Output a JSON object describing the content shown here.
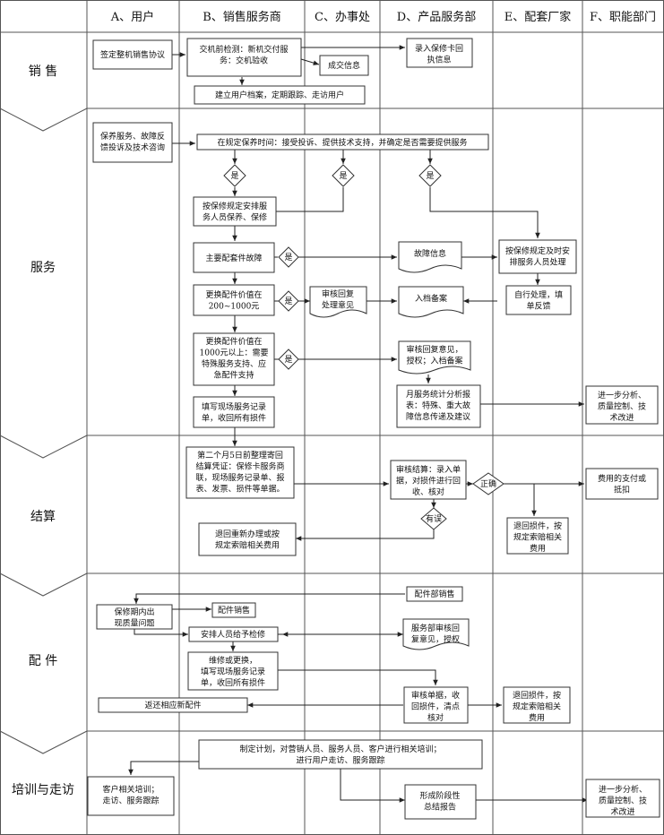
{
  "headers": [
    "A、用户",
    "B、销售服务商",
    "C、办事处",
    "D、产品服务部",
    "E、配套厂家",
    "F、职能部门"
  ],
  "phases": [
    "销 售",
    "服务",
    "结算",
    "配 件",
    "培训与走访"
  ],
  "nodes": {
    "sign_contract": "签定整机销售协议",
    "pre_delivery": [
      "交机前检测：新机交付服",
      "务：交机验收"
    ],
    "deliver_info": "成交信息",
    "warranty_card": [
      "录入保修卡回",
      "执信息"
    ],
    "user_archive": "建立用户档案，定期跟踪、走访用户",
    "service_request": [
      "保养服务、故障反",
      "馈投诉及技术咨询"
    ],
    "warranty_time": "在规定保养时间：接受投诉、提供技术支持，并确定是否需要提供服务",
    "yes": "是",
    "arrange_staff": [
      "按保修规定安排服",
      "务人员保养、保修"
    ],
    "main_part_fault": "主要配套件故障",
    "fault_info": "故障信息",
    "supplier_arrange": [
      "按保修规定及时安",
      "排服务人员处理"
    ],
    "part_value_mid": [
      "更换配件价值在",
      "200~1000元"
    ],
    "office_review": [
      "审核回复",
      "处理意见"
    ],
    "archive_record": "入档备案",
    "self_handle": [
      "自行处理，填",
      "单反馈"
    ],
    "part_value_high": [
      "更换配件价值在",
      "1000元以上：需要",
      "特殊服务支持、应",
      "急配件支持"
    ],
    "review_authorize": [
      "审核回复意见，",
      "授权；入档备案"
    ],
    "fill_record": [
      "填写现场服务记录",
      "单，收回所有损件"
    ],
    "monthly_stats": [
      "月服务统计分析报",
      "表：特殊、重大故",
      "障信息传递及建议"
    ],
    "further_analysis": [
      "进一步分析、",
      "质量控制、技",
      "术改进"
    ],
    "settlement_docs": [
      "第二个月5日前整理寄回",
      "结算凭证：保修卡服务商",
      "联，现场服务记录单、报",
      "表、发票、损件等单据。"
    ],
    "settlement_review": [
      "审核结算：录入单",
      "据，对损件进行回",
      "收、核对"
    ],
    "correct": "正确",
    "has_error": "有误",
    "payment_deduct": [
      "费用的支付或",
      "抵扣"
    ],
    "return_redo": [
      "退回重新办理或按",
      "规定索赔相关费用"
    ],
    "return_claim": [
      "退回损件，按",
      "规定索赔相关",
      "费用"
    ],
    "parts_sales_dept": "配件部销售",
    "warranty_quality": [
      "保修期内出",
      "现质量问题"
    ],
    "parts_sales": "配件销售",
    "arrange_repair": "安排人员给予检修",
    "service_review_auth": [
      "服务部审核回",
      "复意见，授权"
    ],
    "repair_replace": [
      "维修或更换，",
      "填写现场服务记录",
      "单，收回所有损件"
    ],
    "review_documents": [
      "审核单据，收",
      "回损件，清点",
      "核对"
    ],
    "return_claim2": [
      "退回损件，按",
      "规定索赔相关",
      "费用"
    ],
    "return_new_parts": "返还相应新配件",
    "training_plan": [
      "制定计划，对营销人员、服务人员、客户进行相关培训；",
      "进行用户走访、服务跟踪"
    ],
    "customer_training": [
      "客户相关培训；",
      "走访、服务跟踪"
    ],
    "stage_report": [
      "形成阶段性",
      "总结报告"
    ],
    "further_analysis2": [
      "进一步分析、",
      "质量控制、技",
      "术改进"
    ]
  }
}
